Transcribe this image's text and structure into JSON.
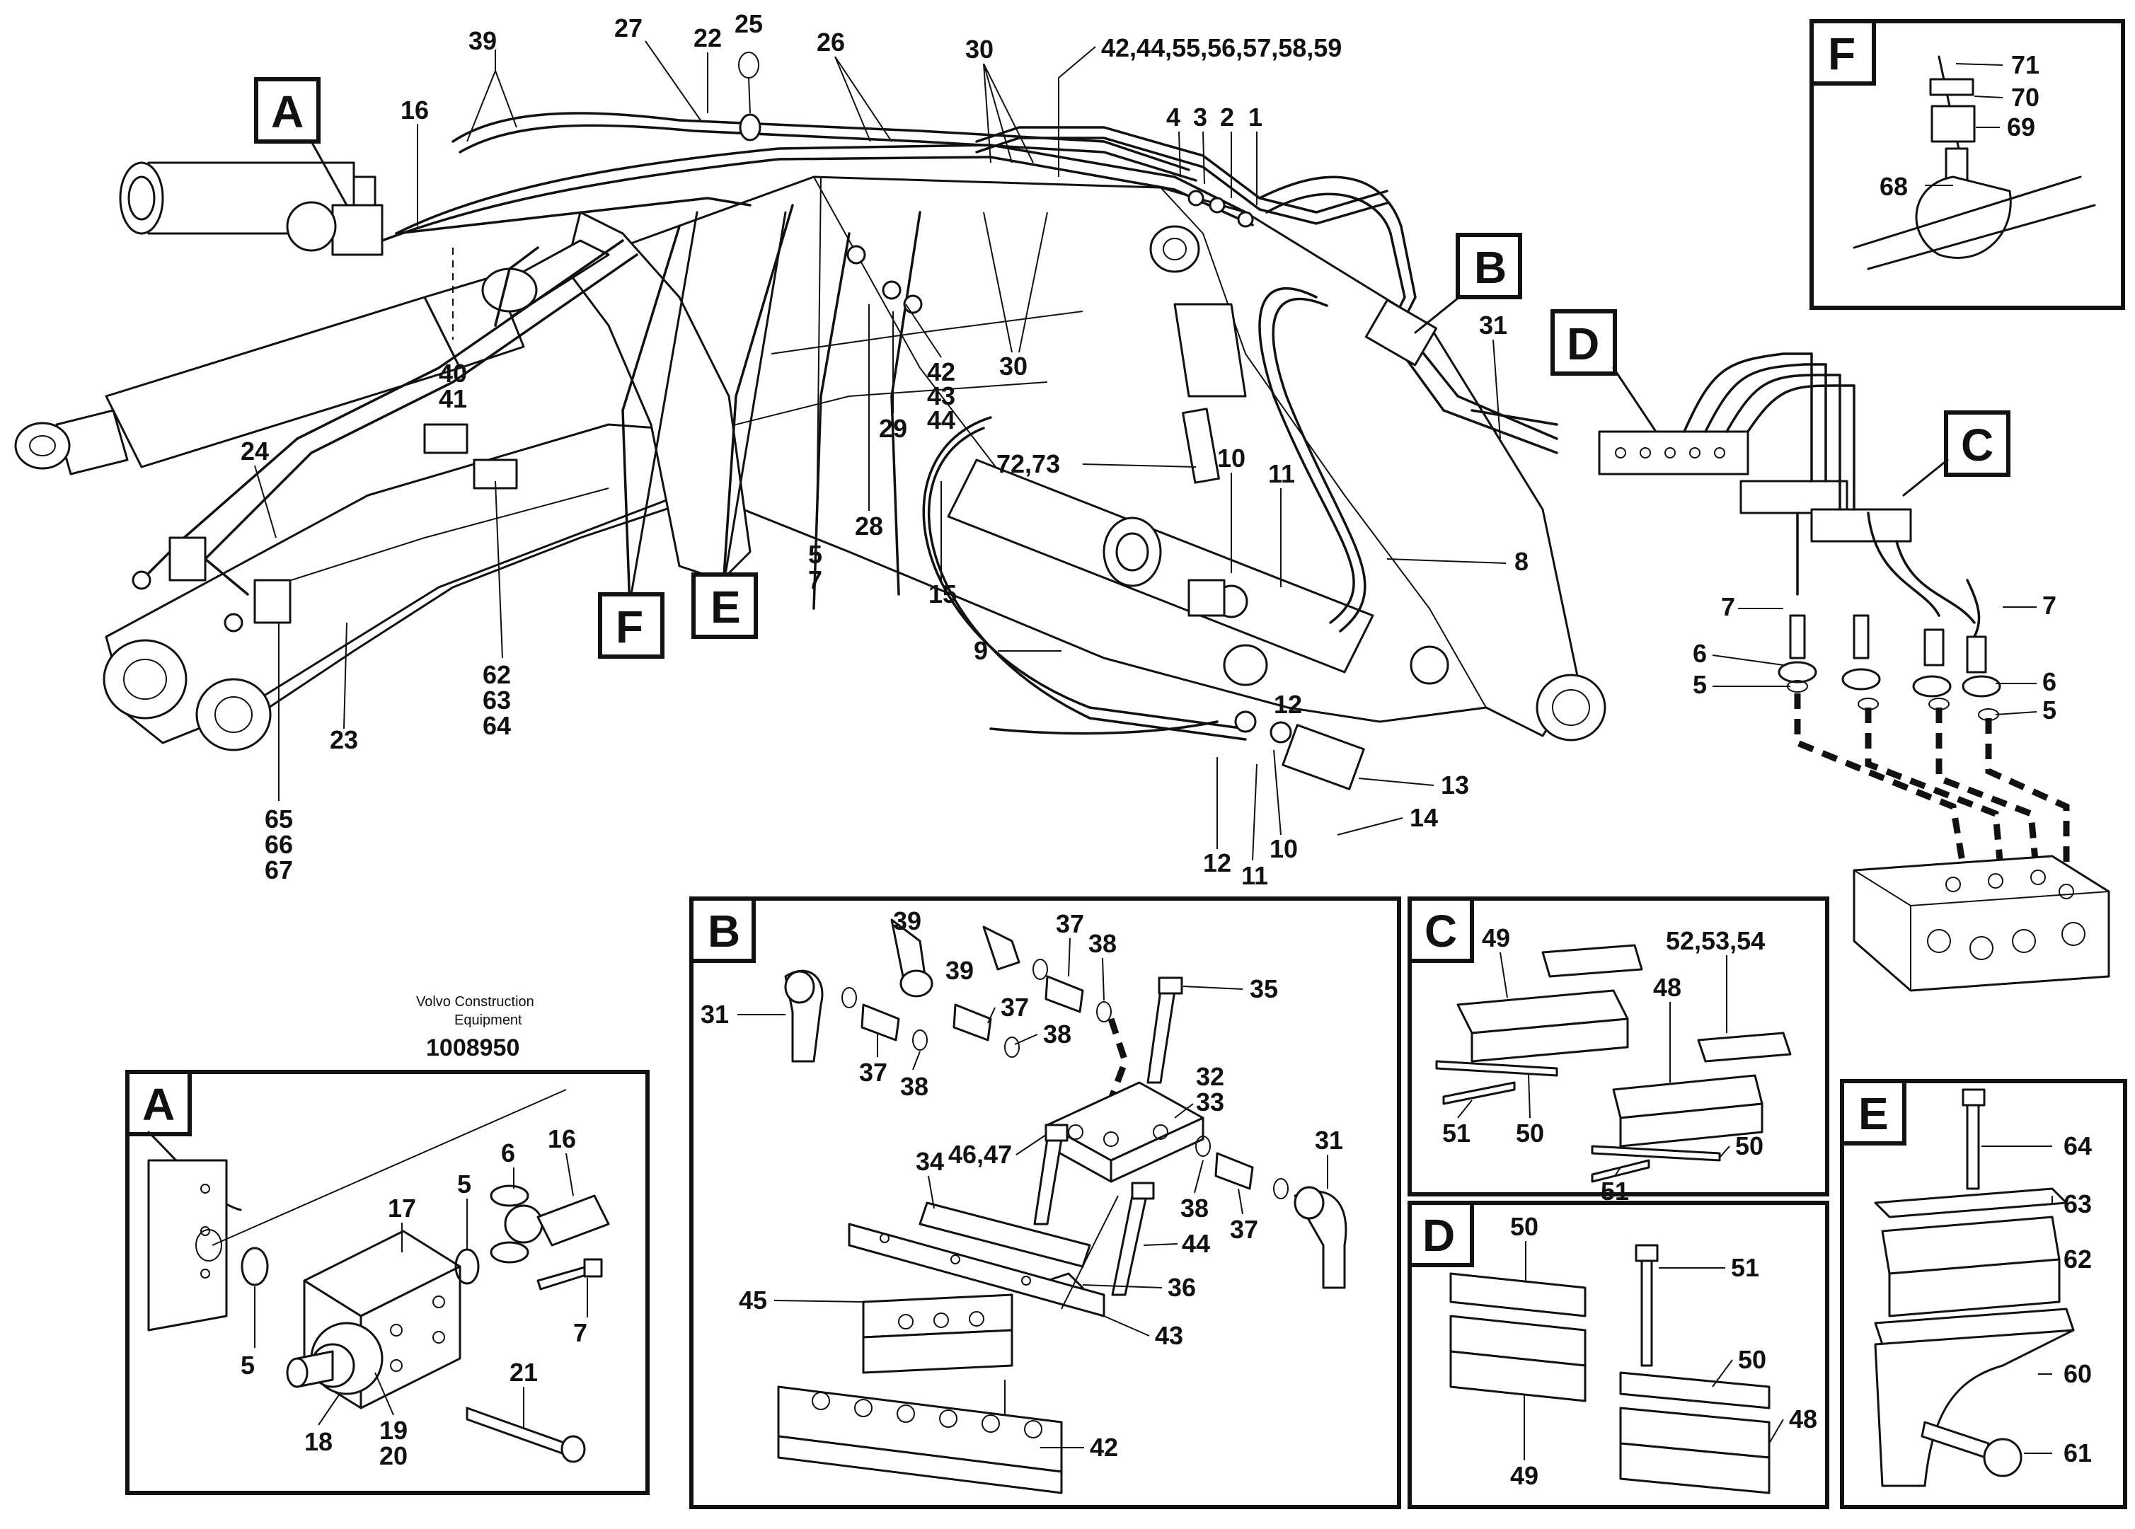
{
  "publisher": {
    "line1": "Volvo Construction",
    "line2": "Equipment",
    "drawing_number": "1008950"
  },
  "view_tags": [
    "A",
    "B",
    "C",
    "D",
    "E",
    "F"
  ],
  "main_view": {
    "labels": [
      "39",
      "16",
      "27",
      "22",
      "25",
      "26",
      "30",
      "42,44,55,56,57,58,59",
      "4",
      "3",
      "2",
      "1",
      "31",
      "40",
      "41",
      "24",
      "23",
      "62",
      "63",
      "64",
      "65",
      "66",
      "67",
      "5",
      "7",
      "28",
      "29",
      "42",
      "43",
      "44",
      "30",
      "72,73",
      "10",
      "11",
      "15",
      "8",
      "9",
      "12",
      "13",
      "14",
      "12",
      "11",
      "10",
      "7",
      "6",
      "5",
      "7",
      "6",
      "5"
    ]
  },
  "detail_a": {
    "title": "A",
    "labels": [
      "17",
      "6",
      "16",
      "5",
      "5",
      "7",
      "21",
      "18",
      "19",
      "20"
    ]
  },
  "detail_b": {
    "title": "B",
    "labels": [
      "39",
      "37",
      "39",
      "38",
      "35",
      "31",
      "37",
      "38",
      "37",
      "38",
      "32",
      "33",
      "34",
      "46,47",
      "31",
      "38",
      "37",
      "44",
      "36",
      "45",
      "43",
      "42"
    ]
  },
  "detail_c": {
    "title": "C",
    "labels": [
      "49",
      "52,53,54",
      "48",
      "51",
      "50",
      "50",
      "51"
    ]
  },
  "detail_d": {
    "title": "D",
    "labels": [
      "50",
      "51",
      "50",
      "48",
      "49"
    ]
  },
  "detail_e": {
    "title": "E",
    "labels": [
      "64",
      "63",
      "62",
      "60",
      "61"
    ]
  },
  "detail_f": {
    "title": "F",
    "labels": [
      "71",
      "70",
      "69",
      "68"
    ]
  }
}
